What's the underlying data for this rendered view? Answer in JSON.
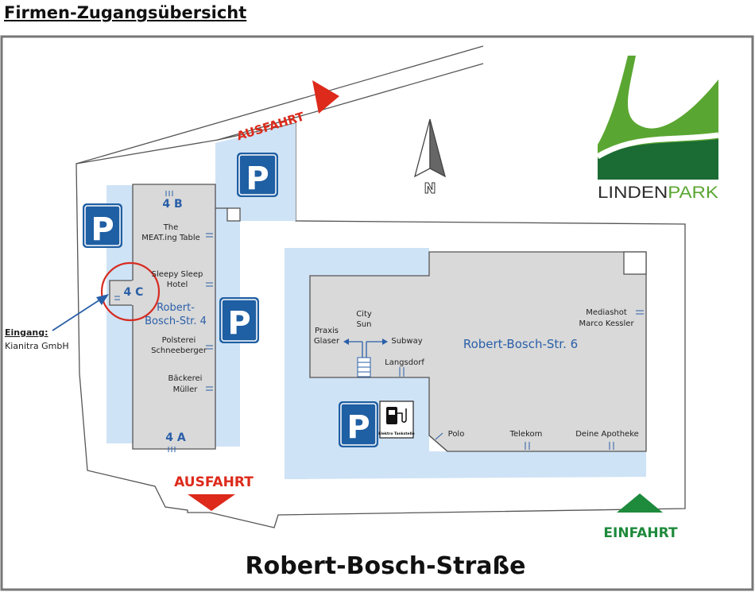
{
  "title": "Firmen-Zugangsübersicht",
  "street_name": "Robert-Bosch-Straße",
  "logo": {
    "text_dark": "LINDEN",
    "text_green": "PARK"
  },
  "compass": {
    "label": "N"
  },
  "exits": {
    "top": "AUSFAHRT",
    "bottom": "AUSFAHRT"
  },
  "entry": "EINFAHRT",
  "parking_symbol": "P",
  "charging_label": "Elektro Tankstelle",
  "building_4": {
    "name_line1": "Robert-",
    "name_line2": "Bosch-Str. 4",
    "entrances": {
      "a": "4 A",
      "b": "4 B",
      "c": "4 C"
    },
    "tenants": [
      {
        "line1": "The",
        "line2": "MEAT.ing Table"
      },
      {
        "line1": "Sleepy Sleep",
        "line2": "Hotel"
      },
      {
        "line1": "Polsterei",
        "line2": "Schneeberger"
      },
      {
        "line1": "Bäckerei",
        "line2": "Müller"
      }
    ]
  },
  "building_6": {
    "name": "Robert-Bosch-Str. 6",
    "tenants": {
      "city_sun": {
        "line1": "City",
        "line2": "Sun"
      },
      "praxis_glaser": {
        "line1": "Praxis",
        "line2": "Glaser"
      },
      "subway": "Subway",
      "langsdorf": "Langsdorf",
      "mediashot": {
        "line1": "Mediashot",
        "line2": "Marco Kessler"
      },
      "polo": "Polo",
      "telekom": "Telekom",
      "deine_apotheke": "Deine Apotheke"
    }
  },
  "callout": {
    "heading": "Eingang:",
    "company": "Kianitra GmbH"
  },
  "colors": {
    "parking_blue": "#cfe3f6",
    "building_grey": "#d9d9d9",
    "sign_blue": "#1f5fa3",
    "arrow_red": "#dd2a1b",
    "arrow_green": "#1e8a3c",
    "logo_green": "#5aa632",
    "logo_dark_green": "#1b6b34"
  }
}
